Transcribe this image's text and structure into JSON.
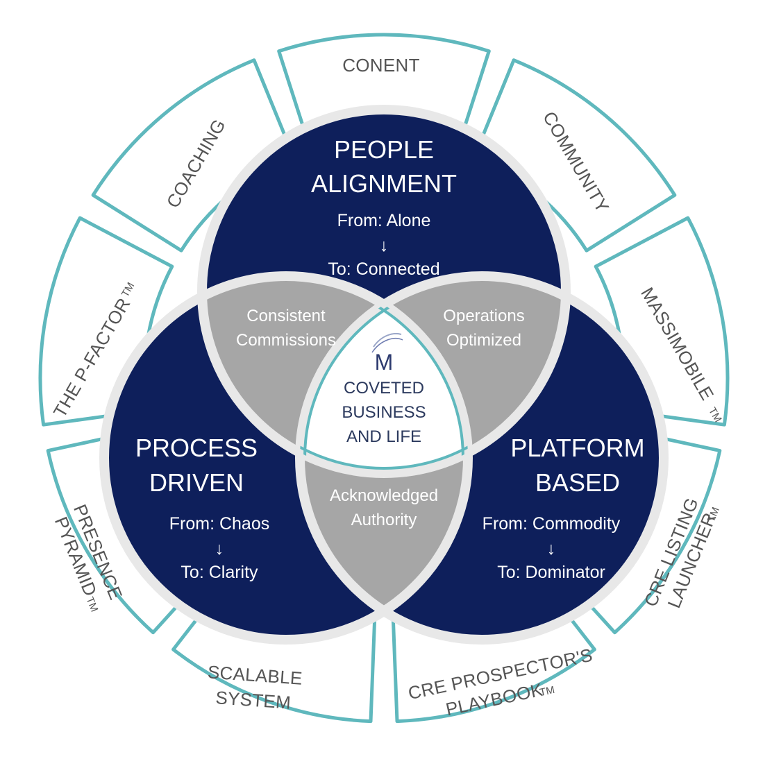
{
  "colors": {
    "navy": "#0e1f5b",
    "lens_gray": "#a6a6a6",
    "ring_teal": "#5fb8bd",
    "segment_fill": "#ffffff",
    "outline_white": "#e8e8e8",
    "logo": "#2c3a6e"
  },
  "ring_segments": {
    "content": "CONENT",
    "community": "COMMUNITY",
    "massimobile": "MASSIMOBILE",
    "massimobile_tm": "TM",
    "cre_listing_1": "CRE LISTING",
    "cre_listing_2": "LAUNCHER",
    "cre_listing_tm": "TM",
    "cre_prospector_1": "CRE PROSPECTOR'S",
    "cre_prospector_2": "PLAYBOOK",
    "cre_prospector_tm": "TM",
    "scalable_1": "SCALABLE",
    "scalable_2": "SYSTEM",
    "presence_1": "PRESENCE",
    "presence_2": "PYRAMID",
    "presence_tm": "TM",
    "pfactor": "THE P-FACTOR",
    "pfactor_tm": "TM",
    "coaching": "COACHING"
  },
  "circles": {
    "people": {
      "title_1": "PEOPLE",
      "title_2": "ALIGNMENT",
      "from": "From: Alone",
      "arrow": "↓",
      "to": "To: Connected"
    },
    "process": {
      "title_1": "PROCESS",
      "title_2": "DRIVEN",
      "from": "From: Chaos",
      "arrow": "↓",
      "to": "To: Clarity"
    },
    "platform": {
      "title_1": "PLATFORM",
      "title_2": "BASED",
      "from": "From: Commodity",
      "arrow": "↓",
      "to": "To: Dominator"
    }
  },
  "overlaps": {
    "people_process_1": "Consistent",
    "people_process_2": "Commissions",
    "people_platform_1": "Operations",
    "people_platform_2": "Optimized",
    "process_platform_1": "Acknowledged",
    "process_platform_2": "Authority"
  },
  "center": {
    "logo_letter": "M",
    "line_1": "COVETED",
    "line_2": "BUSINESS",
    "line_3": "AND LIFE"
  }
}
